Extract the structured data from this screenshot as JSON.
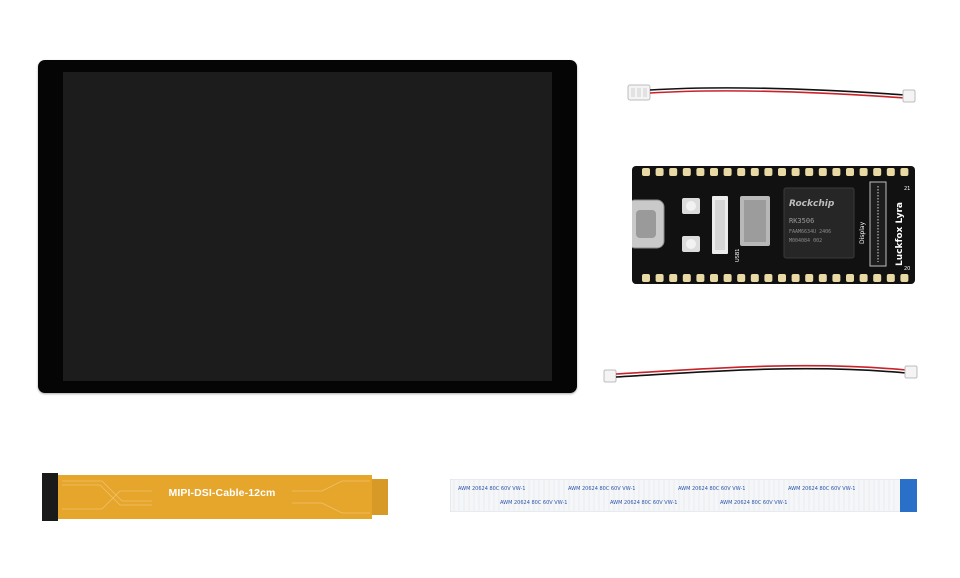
{
  "board": {
    "brand_text": "Rockchip",
    "chip_model": "RK3506",
    "chip_line2": "FAAM6634U 2406",
    "chip_line3": "M004084 002",
    "product_name": "Luckfox Lyra",
    "display_label": "Display",
    "usb_label": "USB1",
    "pin_21": "21",
    "pin_20": "20"
  },
  "fpc_cable": {
    "label": "MIPI-DSI-Cable-12cm"
  },
  "ffc_cable": {
    "print_row": "AWM 20624 80C 60V VW-1"
  },
  "colors": {
    "lcd_bezel": "#050505",
    "lcd_screen": "#1c1c1c",
    "pcb": "#111111",
    "pad_gold": "#e9d9a4",
    "fpc_amber": "#e6a52b",
    "ffc_blue": "#2a70c9",
    "wire_red": "#c8232a"
  }
}
